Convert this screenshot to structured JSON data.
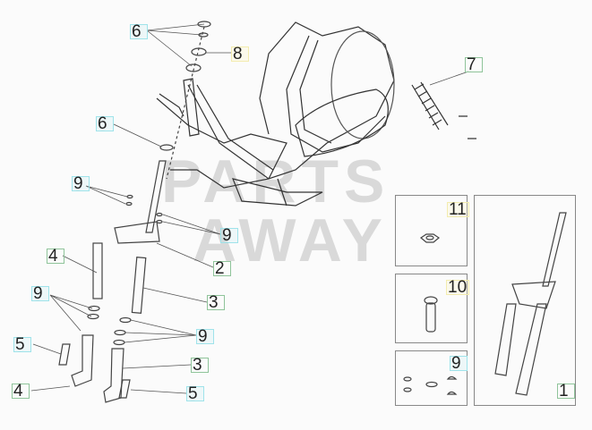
{
  "diagram": {
    "watermark": [
      "PARTS",
      "AWAY"
    ],
    "callouts": [
      {
        "label": "6",
        "color": "cyan"
      },
      {
        "label": "8",
        "color": "yellow"
      },
      {
        "label": "7",
        "color": "green"
      },
      {
        "label": "6",
        "color": "cyan"
      },
      {
        "label": "9",
        "color": "cyan"
      },
      {
        "label": "9",
        "color": "cyan"
      },
      {
        "label": "4",
        "color": "green"
      },
      {
        "label": "2",
        "color": "green"
      },
      {
        "label": "9",
        "color": "cyan"
      },
      {
        "label": "3",
        "color": "green"
      },
      {
        "label": "9",
        "color": "cyan"
      },
      {
        "label": "5",
        "color": "cyan"
      },
      {
        "label": "3",
        "color": "green"
      },
      {
        "label": "4",
        "color": "green"
      },
      {
        "label": "5",
        "color": "cyan"
      },
      {
        "label": "11",
        "color": "yellow"
      },
      {
        "label": "10",
        "color": "yellow"
      },
      {
        "label": "9",
        "color": "cyan"
      },
      {
        "label": "1",
        "color": "green"
      }
    ],
    "colors": {
      "cyan": "#9fe3ea",
      "yellow": "#f3ecae",
      "green": "#8fc49a"
    }
  }
}
